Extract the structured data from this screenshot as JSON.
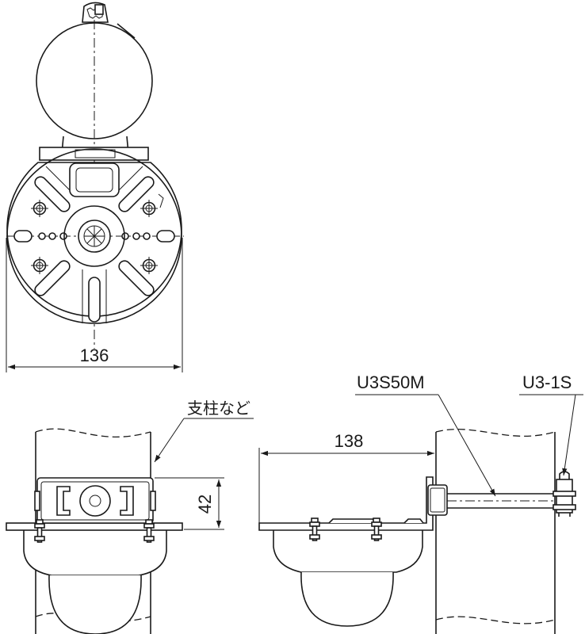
{
  "dimensions": {
    "top_width": "136",
    "bracket_height": "42",
    "arm_length": "138"
  },
  "labels": {
    "pole": "支柱など",
    "arm_model": "U3S50M",
    "clamp_model": "U3-1S"
  }
}
